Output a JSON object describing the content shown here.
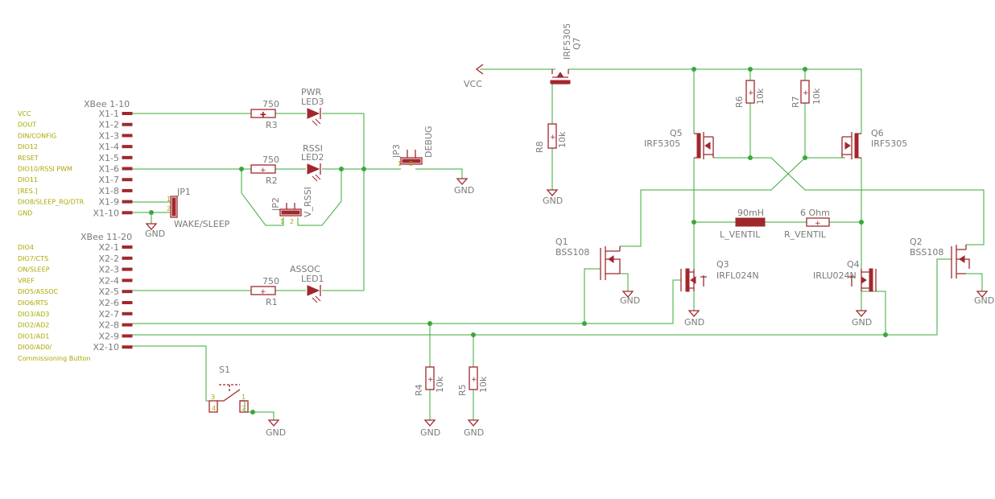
{
  "colors": {
    "wire": "#3aa83a",
    "symbol": "#a0282c",
    "text": "#7a7a7a",
    "pin_label": "#a8a800"
  },
  "headers": {
    "x1": "XBee 1-10",
    "x2": "XBee 11-20"
  },
  "x1_signals": [
    "VCC",
    "DOUT",
    "DIN/CONFIG",
    "DIO12",
    "RESET",
    "DIO10/RSSI PWM",
    "DIO11",
    "[RES.]",
    "DIO8/SLEEP_RQ/DTR",
    "GND"
  ],
  "x1_pins": [
    "X1-1",
    "X1-2",
    "X1-3",
    "X1-4",
    "X1-5",
    "X1-6",
    "X1-7",
    "X1-8",
    "X1-9",
    "X1-10"
  ],
  "x2_signals": [
    "DIO4",
    "DIO7/CTS",
    "ON/SLEEP",
    "VREF",
    "DIO5/ASSOC",
    "DIO6/RTS",
    "DIO3/AD3",
    "DIO2/AD2",
    "DIO1/AD1",
    "DIO0/AD0/",
    "Commissioning Button"
  ],
  "x2_pins": [
    "X2-1",
    "X2-2",
    "X2-3",
    "X2-4",
    "X2-5",
    "X2-6",
    "X2-7",
    "X2-8",
    "X2-9",
    "X2-10"
  ],
  "resistors": {
    "r1": {
      "name": "R1",
      "value": "750"
    },
    "r2": {
      "name": "R2",
      "value": "750"
    },
    "r3": {
      "name": "R3",
      "value": "750"
    },
    "r4": {
      "name": "R4",
      "value": "10k"
    },
    "r5": {
      "name": "R5",
      "value": "10k"
    },
    "r6": {
      "name": "R6",
      "value": "10k"
    },
    "r7": {
      "name": "R7",
      "value": "10k"
    },
    "r8": {
      "name": "R8",
      "value": "10k"
    },
    "rv": {
      "name": "R_VENTIL",
      "value": "6 Ohm"
    }
  },
  "leds": {
    "led1": {
      "name": "LED1",
      "label": "ASSOC"
    },
    "led2": {
      "name": "LED2",
      "label": "RSSI"
    },
    "led3": {
      "name": "LED3",
      "label": "PWR"
    }
  },
  "inductor": {
    "name": "L_VENTIL",
    "value": "90mH"
  },
  "jumpers": {
    "jp1": {
      "name": "JP1",
      "label": "WAKE/SLEEP"
    },
    "jp2": {
      "name": "JP2",
      "label": "V_RSSI"
    },
    "jp3": {
      "name": "JP3",
      "label": "DEBUG"
    }
  },
  "transistors": {
    "q1": {
      "name": "Q1",
      "type": "BSS108"
    },
    "q2": {
      "name": "Q2",
      "type": "BSS108"
    },
    "q3": {
      "name": "Q3",
      "type": "IRFL024N"
    },
    "q4": {
      "name": "Q4",
      "type": "IRLU024N"
    },
    "q5": {
      "name": "Q5",
      "type": "IRF5305"
    },
    "q6": {
      "name": "Q6",
      "type": "IRF5305"
    },
    "q7": {
      "name": "Q7",
      "type": "IRF5305"
    }
  },
  "switch": {
    "name": "S1"
  },
  "supply": {
    "vcc": "VCC",
    "gnd": "GND"
  },
  "pin_numbers": {
    "one": "1",
    "two": "2",
    "three": "3",
    "four": "4"
  }
}
